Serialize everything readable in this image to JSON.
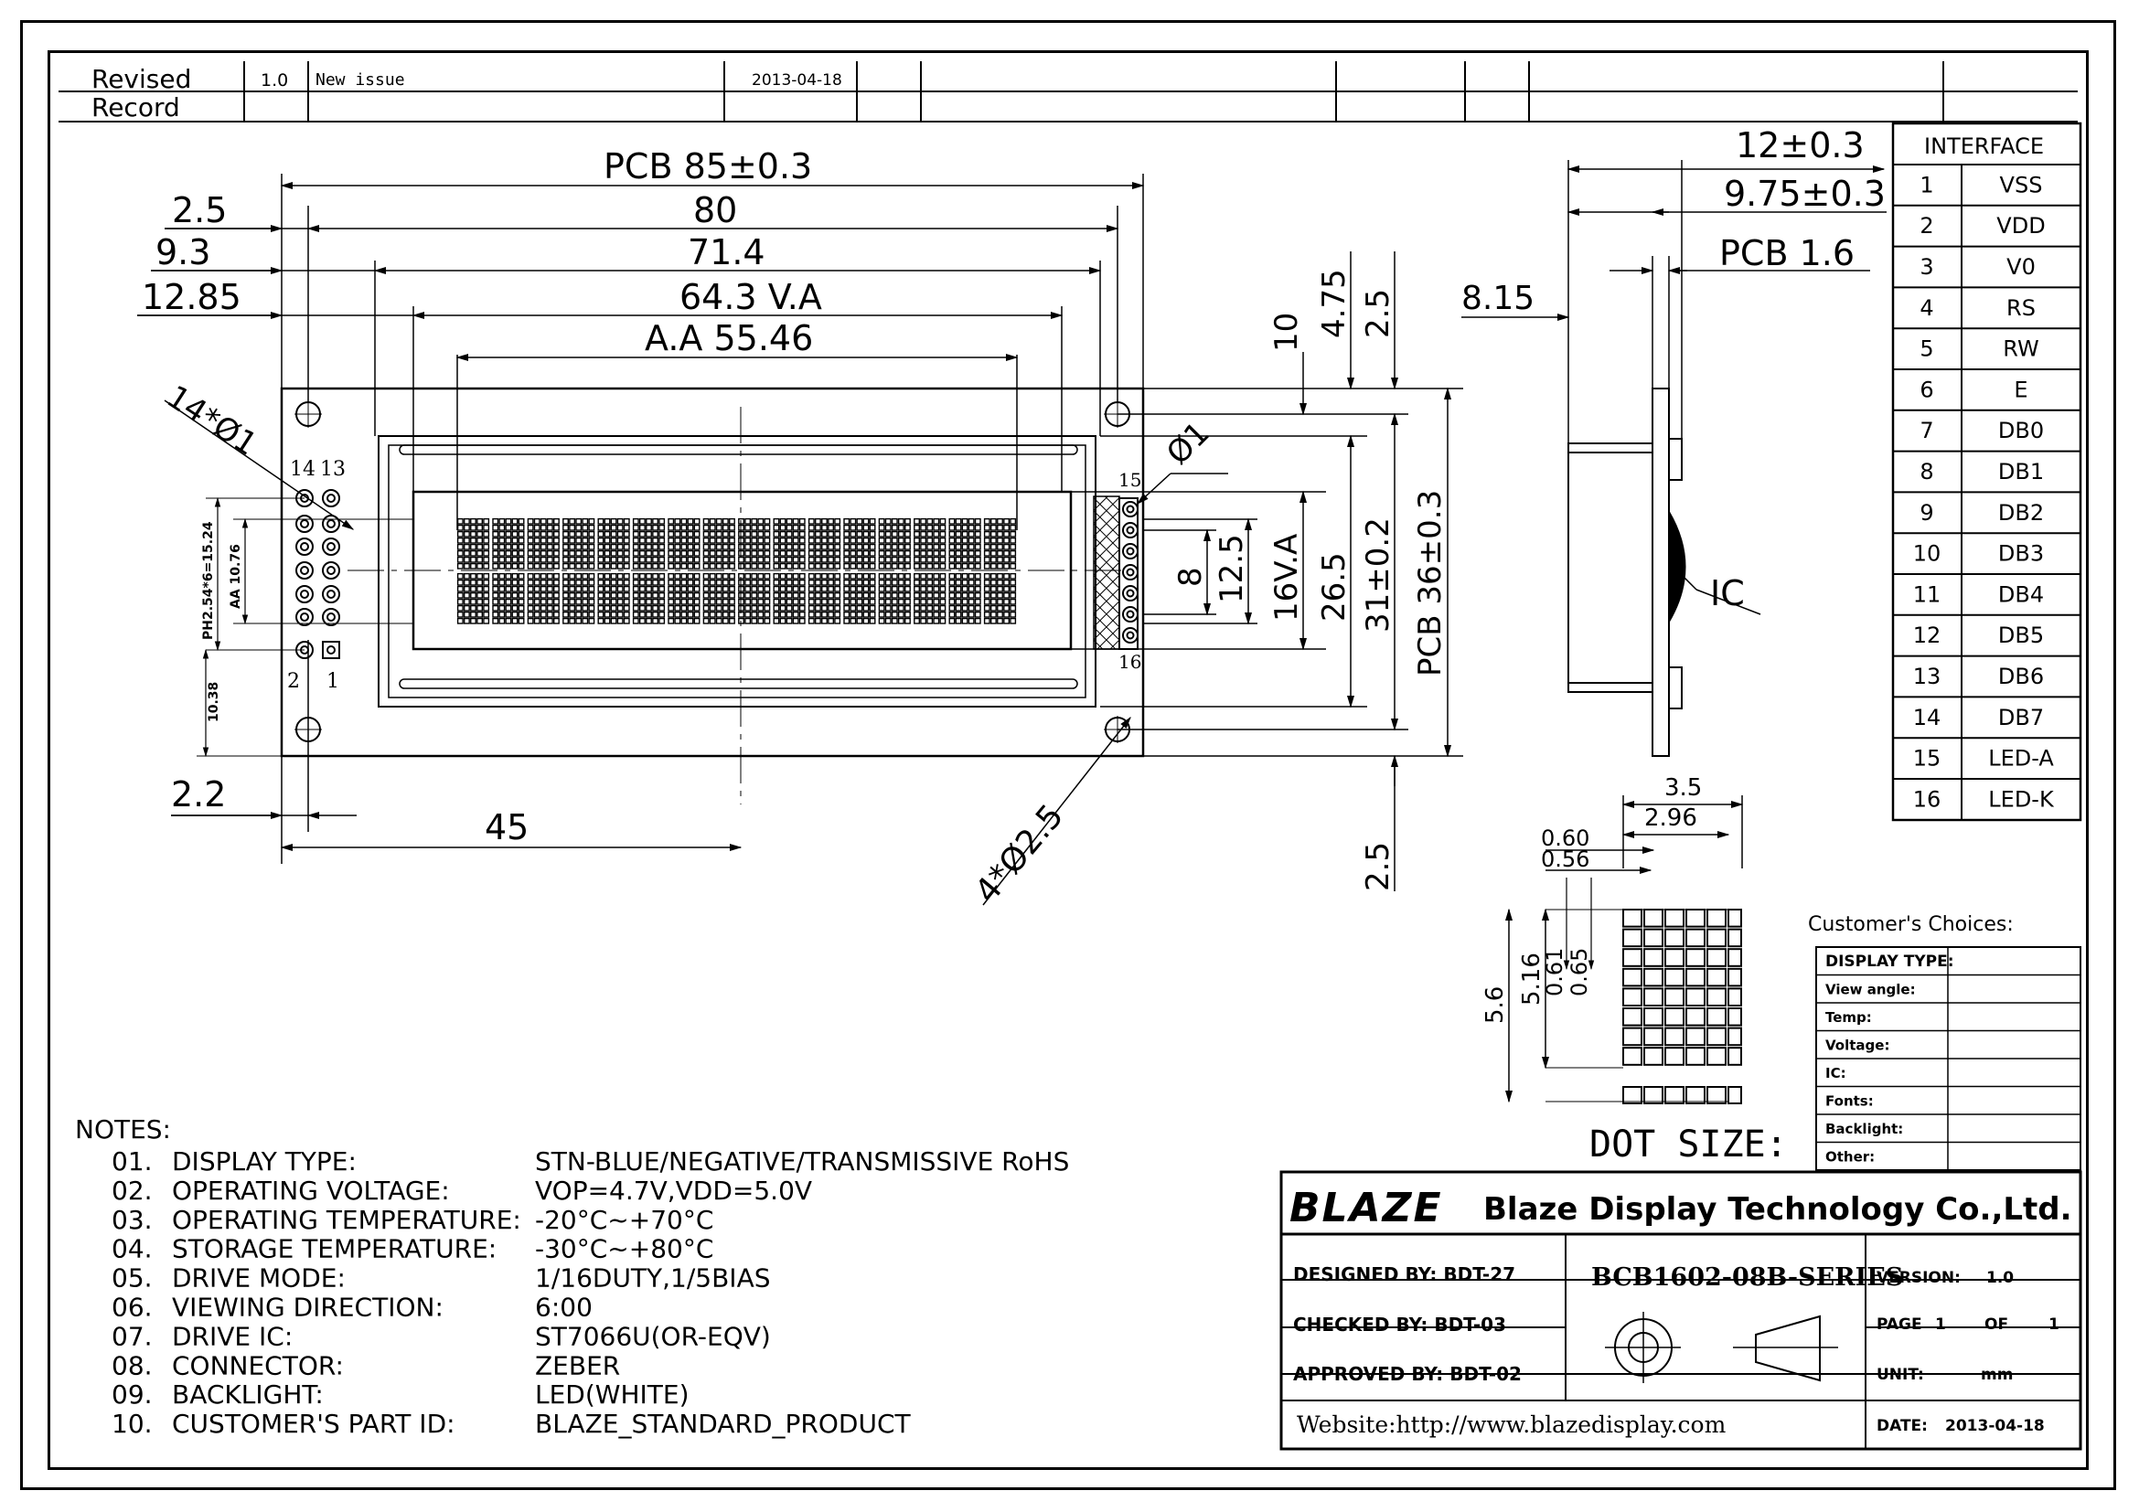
{
  "revised_record": {
    "label": "Revised\nRecord",
    "label_line1": "Revised",
    "label_line2": "Record",
    "version": "1.0",
    "description": "New issue",
    "date": "2013-04-18"
  },
  "front_view": {
    "dim_pcb_width": "PCB 85±0.3",
    "dim_80": "80",
    "dim_2_5": "2.5",
    "dim_9_3": "9.3",
    "dim_71_4": "71.4",
    "dim_12_85": "12.85",
    "dim_va": "64.3 V.A",
    "dim_aa": "A.A 55.46",
    "holes_label": "14*Ø1",
    "pin_14": "14",
    "pin_13": "13",
    "pin_2": "2",
    "pin_1": "1",
    "pin_15": "15",
    "pin_16": "16",
    "dim_pitch": "PH2.54*6=15.24",
    "dim_aa_v": "AA 10.76",
    "dim_10_38": "10.38",
    "dim_phi1": "Ø1",
    "dim_2_2": "2.2",
    "dim_45": "45",
    "mount_holes": "4*Ø2.5",
    "dim_8": "8",
    "dim_12_5": "12.5",
    "dim_16va": "16V.A",
    "dim_26_5": "26.5",
    "dim_31": "31±0.2",
    "dim_pcb_height": "PCB 36±0.3",
    "dim_10": "10",
    "dim_4_75": "4.75",
    "dim_2_5_top": "2.5",
    "dim_2_5_bottom": "2.5"
  },
  "side_view": {
    "dim_12": "12±0.3",
    "dim_9_75": "9.75±0.3",
    "dim_pcb_thick": "PCB 1.6",
    "dim_8_15": "8.15",
    "ic_label": "IC"
  },
  "dot_size": {
    "label": "DOT SIZE:",
    "dim_3_5": "3.5",
    "dim_2_96": "2.96",
    "dim_0_60": "0.60",
    "dim_0_56": "0.56",
    "dim_5_6": "5.6",
    "dim_5_16": "5.16",
    "dim_0_61": "0.61",
    "dim_0_65": "0.65"
  },
  "interface": {
    "title": "INTERFACE",
    "pins": [
      {
        "no": "1",
        "name": "VSS"
      },
      {
        "no": "2",
        "name": "VDD"
      },
      {
        "no": "3",
        "name": "V0"
      },
      {
        "no": "4",
        "name": "RS"
      },
      {
        "no": "5",
        "name": "RW"
      },
      {
        "no": "6",
        "name": "E"
      },
      {
        "no": "7",
        "name": "DB0"
      },
      {
        "no": "8",
        "name": "DB1"
      },
      {
        "no": "9",
        "name": "DB2"
      },
      {
        "no": "10",
        "name": "DB3"
      },
      {
        "no": "11",
        "name": "DB4"
      },
      {
        "no": "12",
        "name": "DB5"
      },
      {
        "no": "13",
        "name": "DB6"
      },
      {
        "no": "14",
        "name": "DB7"
      },
      {
        "no": "15",
        "name": "LED-A"
      },
      {
        "no": "16",
        "name": "LED-K"
      }
    ]
  },
  "customer_choices": {
    "title": "Customer's Choices:",
    "rows": [
      "DISPLAY TYPE:",
      "View angle:",
      "Temp:",
      "Voltage:",
      "IC:",
      "Fonts:",
      "Backlight:",
      "Other:"
    ]
  },
  "notes": {
    "title": "NOTES:",
    "items": [
      {
        "no": "01.",
        "label": "DISPLAY TYPE:",
        "value": "STN-BLUE/NEGATIVE/TRANSMISSIVE RoHS"
      },
      {
        "no": "02.",
        "label": "OPERATING VOLTAGE:",
        "value": "VOP=4.7V,VDD=5.0V"
      },
      {
        "no": "03.",
        "label": "OPERATING TEMPERATURE:",
        "value": "-20°C~+70°C"
      },
      {
        "no": "04.",
        "label": "STORAGE TEMPERATURE:",
        "value": "-30°C~+80°C"
      },
      {
        "no": "05.",
        "label": "DRIVE MODE:",
        "value": "1/16DUTY,1/5BIAS"
      },
      {
        "no": "06.",
        "label": "VIEWING DIRECTION:",
        "value": "6:00"
      },
      {
        "no": "07.",
        "label": "DRIVE IC:",
        "value": "ST7066U(OR-EQV)"
      },
      {
        "no": "08.",
        "label": "CONNECTOR:",
        "value": "ZEBER"
      },
      {
        "no": "09.",
        "label": "BACKLIGHT:",
        "value": "LED(WHITE)"
      },
      {
        "no": "10.",
        "label": "CUSTOMER'S PART ID:",
        "value": "BLAZE_STANDARD_PRODUCT"
      }
    ]
  },
  "title_block": {
    "logo": "BLAZE",
    "company": "Blaze Display Technology Co.,Ltd.",
    "designed_by": "DESIGNED BY: BDT-27",
    "checked_by": "CHECKED BY: BDT-03",
    "approved_by": "APPROVED BY: BDT-02",
    "part_number": "BCB1602-08B-SERIES",
    "version_label": "VERSION:",
    "version_value": "1.0",
    "page_label": "PAGE",
    "page_value": "1",
    "of_label": "OF",
    "of_value": "1",
    "unit_label": "UNIT:",
    "unit_value": "mm",
    "date_label": "DATE:",
    "date_value": "2013-04-18",
    "website": "Website:http://www.blazedisplay.com"
  }
}
